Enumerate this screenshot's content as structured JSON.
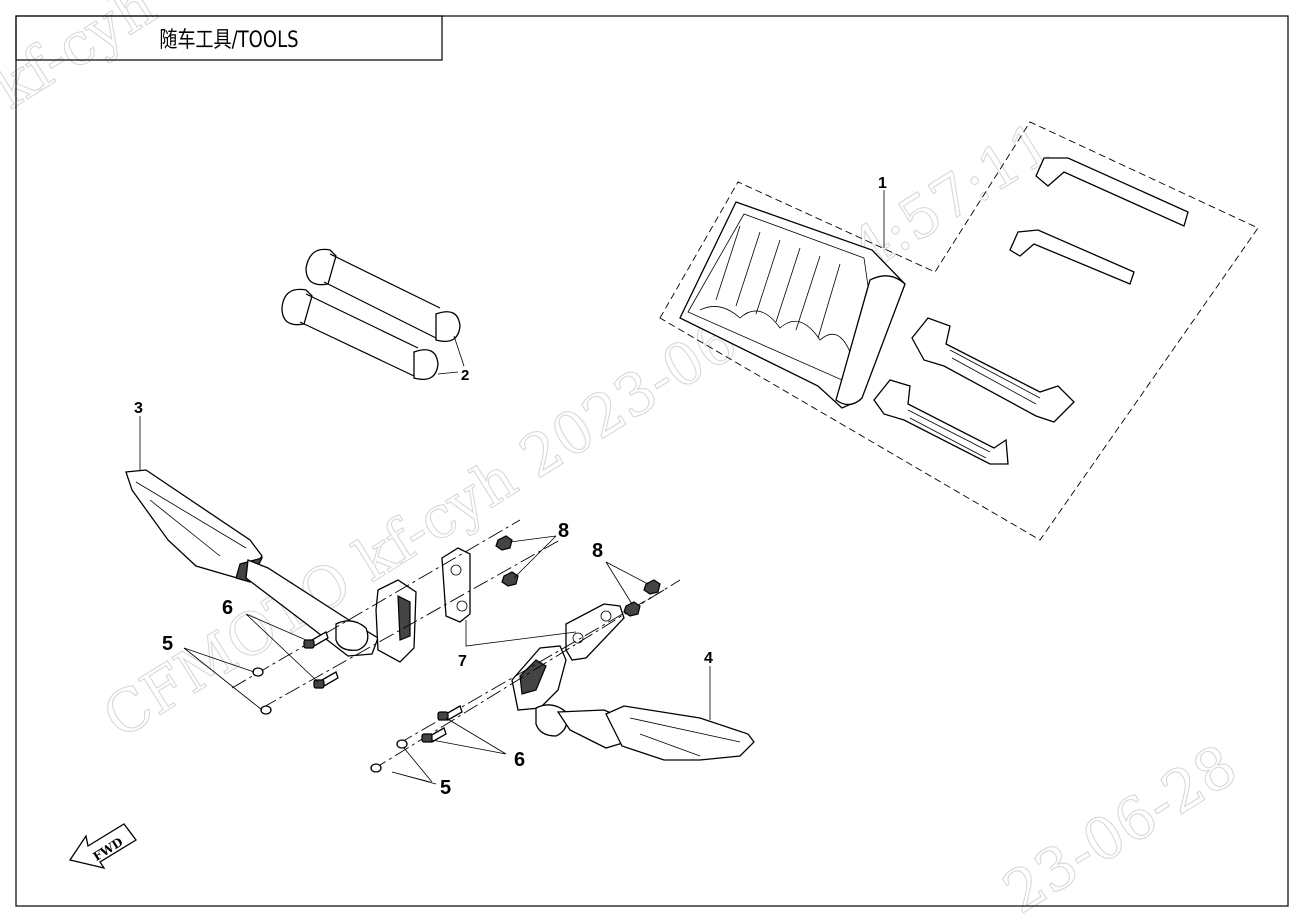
{
  "title": "随车工具/TOOLS",
  "callouts": [
    "1",
    "2",
    "3",
    "4",
    "5",
    "6",
    "7",
    "8"
  ],
  "watermark": {
    "line1": "CFMOTO  kf-cyh  2023-06-28  14:57:11",
    "line2": "kf-cyh",
    "line3": "23-06-28"
  },
  "fwd_label": "FWD"
}
